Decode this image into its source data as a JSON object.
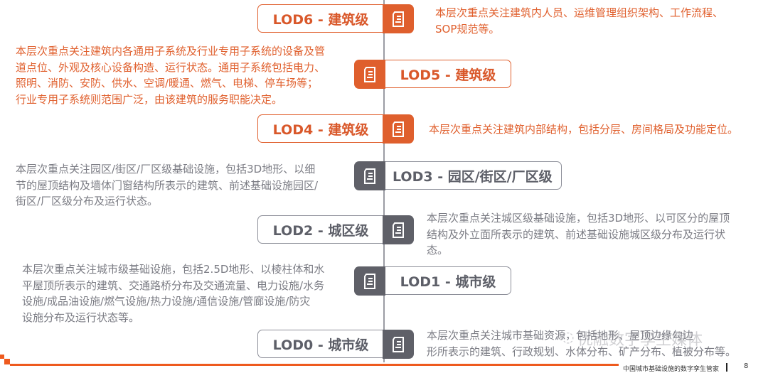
{
  "colors": {
    "accent": "#e0602e",
    "gray": "#5f6068",
    "text_gray": "#7b7c84"
  },
  "levels": [
    {
      "label": "LOD6 - 建筑级",
      "icon": "document-icon",
      "desc": [
        "本层次重点关注建筑内人员、运维管理组织架构、工作流程、",
        "SOP规范等。"
      ]
    },
    {
      "label": "LOD5 - 建筑级",
      "icon": "document-icon",
      "desc": [
        "本层次重点关注建筑内各通用子系统及行业专用子系统的设备及管",
        "道点位、外观及核心设备构造、运行状态。通用子系统包括电力、",
        "照明、消防、安防、供水、空调/暖通、燃气、电梯、停车场等；",
        "行业专用子系统则范围广泛，由该建筑的服务职能决定。"
      ]
    },
    {
      "label": "LOD4 - 建筑级",
      "icon": "document-icon",
      "desc": [
        "本层次重点关注建筑内部结构，包括分层、房间格局及功能定位。"
      ]
    },
    {
      "label": "LOD3 - 园区/街区/厂区级",
      "icon": "document-icon",
      "desc": [
        "本层次重点关注园区/街区/厂区级基础设施，包括3D地形、以细",
        "节的屋顶结构及墙体门窗结构所表示的建筑、前述基础设施园区/",
        "街区/厂区级分布及运行状态。"
      ]
    },
    {
      "label": "LOD2 - 城区级",
      "icon": "document-icon",
      "desc": [
        "本层次重点关注城区级基础设施，包括3D地形、以可区分的屋顶",
        "结构及外立面所表示的建筑、前述基础设施城区级分布及运行状",
        "态。"
      ]
    },
    {
      "label": "LOD1 - 城市级",
      "icon": "document-icon",
      "desc": [
        "本层次重点关注城市级基础设施，包括2.5D地形、以棱柱体和水",
        "平屋顶所表示的建筑、交通路桥分布及交通流量、电力设施/水务",
        "设施/成品油设施/燃气设施/热力设施/通信设施/管廊设施/防灾",
        "设施分布及运行状态等。"
      ]
    },
    {
      "label": "LOD0 - 城市级",
      "icon": "document-icon",
      "desc": [
        "本层次重点关注城市基础资源，包括地形、屋顶边缘勾边",
        "形所表示的建筑、行政规划、水体分布、矿产分布、植被分布等。"
      ]
    }
  ],
  "watermark": "优融数字孪生媒体",
  "footer": {
    "text": "中国城市基础设施的数字孪生管家",
    "page": "8"
  }
}
